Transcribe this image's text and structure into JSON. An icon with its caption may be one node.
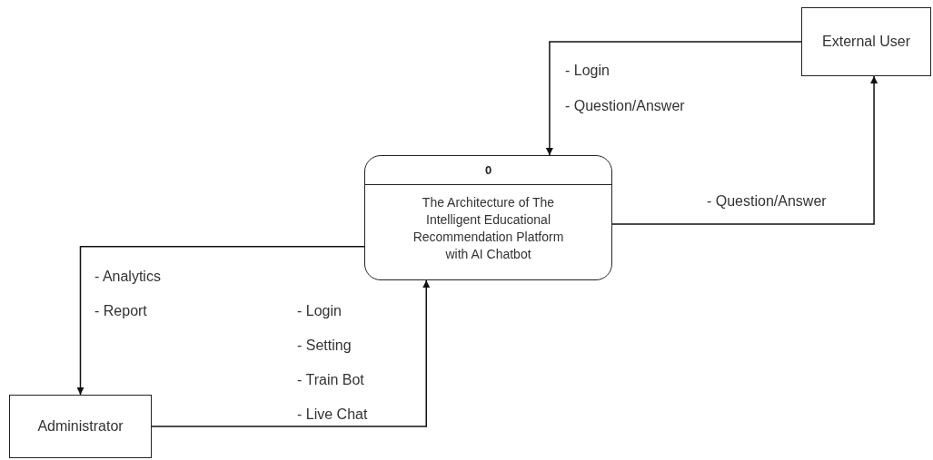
{
  "diagram": {
    "nodes": [
      {
        "text": [
          "External User"
        ]
      },
      {
        "text": [
          "0",
          "The Architecture of The Intelligent Educational Recommendation Platform with AI Chatbot"
        ]
      },
      {
        "text": [
          "Administrator"
        ]
      }
    ],
    "edges": [
      {
        "from": 0,
        "to": 1,
        "arrow": "to"
      },
      {
        "from": 1,
        "to": 0,
        "arrow": "to",
        "label": "- Question/Answer"
      },
      {
        "from": 1,
        "to": 2,
        "arrow": "to"
      },
      {
        "from": 2,
        "to": 1,
        "arrow": "to"
      }
    ],
    "labels": [
      "- Login",
      "- Question/Answer",
      "- Analytics",
      "- Report",
      "- Login",
      "- Setting",
      "- Train Bot",
      "- Live Chat"
    ]
  }
}
